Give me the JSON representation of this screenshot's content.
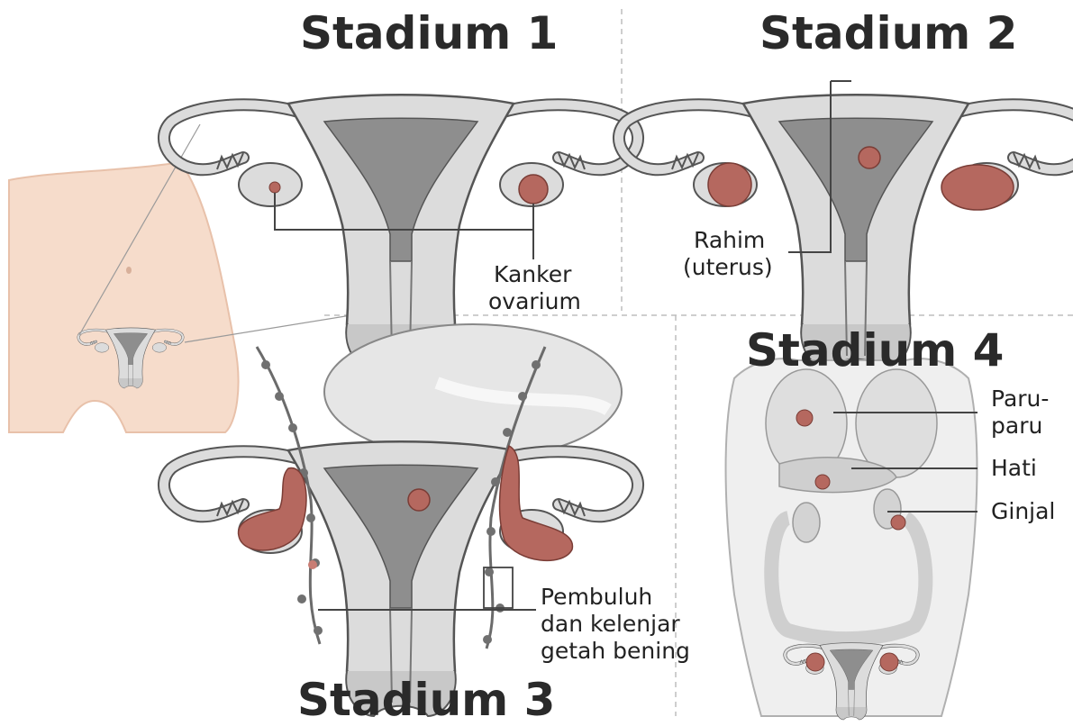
{
  "titles": {
    "stage1": "Stadium 1",
    "stage2": "Stadium 2",
    "stage3": "Stadium 3",
    "stage4": "Stadium 4"
  },
  "labels": {
    "kanker_line1": "Kanker",
    "kanker_line2": "ovarium",
    "rahim_line1": "Rahim",
    "rahim_line2": "(uterus)",
    "pembuluh_line1": "Pembuluh",
    "pembuluh_line2": "dan kelenjar",
    "pembuluh_line3": "getah bening",
    "paru_line1": "Paru-",
    "paru_line2": "paru",
    "hati": "Hati",
    "ginjal": "Ginjal"
  },
  "colors": {
    "organ_fill": "#dcdcdc",
    "organ_stroke": "#555555",
    "tumor": "#b5685f",
    "skin": "#f6dccb",
    "divider": "#bdbdbd"
  }
}
